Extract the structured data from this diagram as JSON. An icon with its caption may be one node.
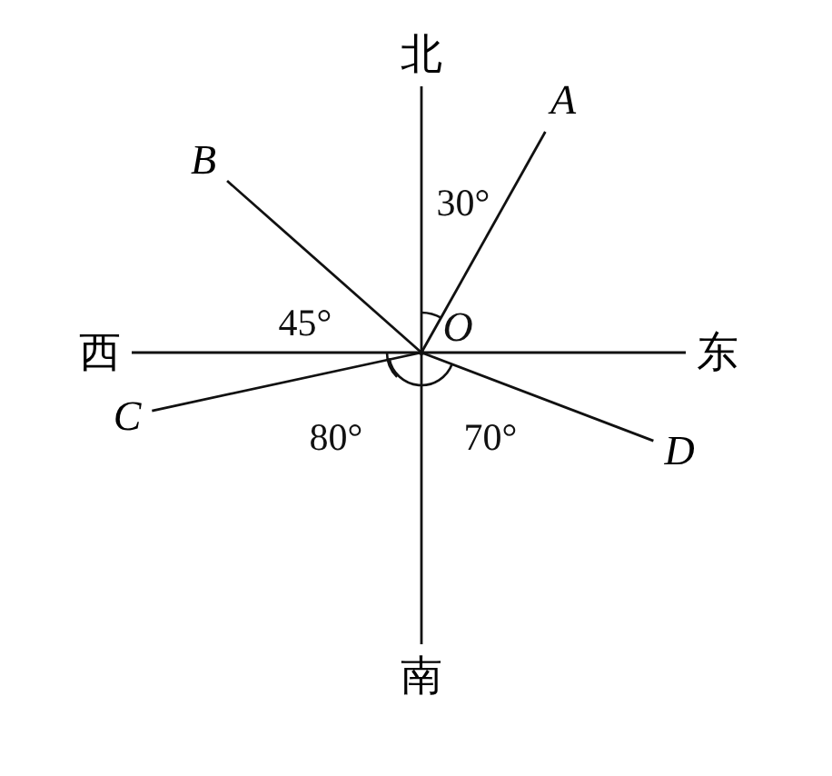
{
  "diagram": {
    "nodes": [
      {
        "text": [],
        "shape": "point",
        "beside": [
          "O"
        ]
      },
      {
        "text": [
          "北"
        ]
      },
      {
        "text": [
          "南"
        ]
      },
      {
        "text": [
          "西"
        ]
      },
      {
        "text": [
          "东"
        ]
      },
      {
        "text": [
          "A"
        ]
      },
      {
        "text": [
          "B"
        ]
      },
      {
        "text": [
          "C"
        ]
      },
      {
        "text": [
          "D"
        ]
      }
    ],
    "edges": [
      {
        "from": 1,
        "to": 2,
        "arrow": "none"
      },
      {
        "from": 3,
        "to": 4,
        "arrow": "none"
      },
      {
        "from": 0,
        "to": 5,
        "arrow": "none"
      },
      {
        "from": 0,
        "to": 6,
        "arrow": "none"
      },
      {
        "from": 0,
        "to": 7,
        "arrow": "none"
      },
      {
        "from": 0,
        "to": 8,
        "arrow": "none"
      }
    ],
    "labels": [
      "30°",
      "45°",
      "80°",
      "70°"
    ]
  }
}
